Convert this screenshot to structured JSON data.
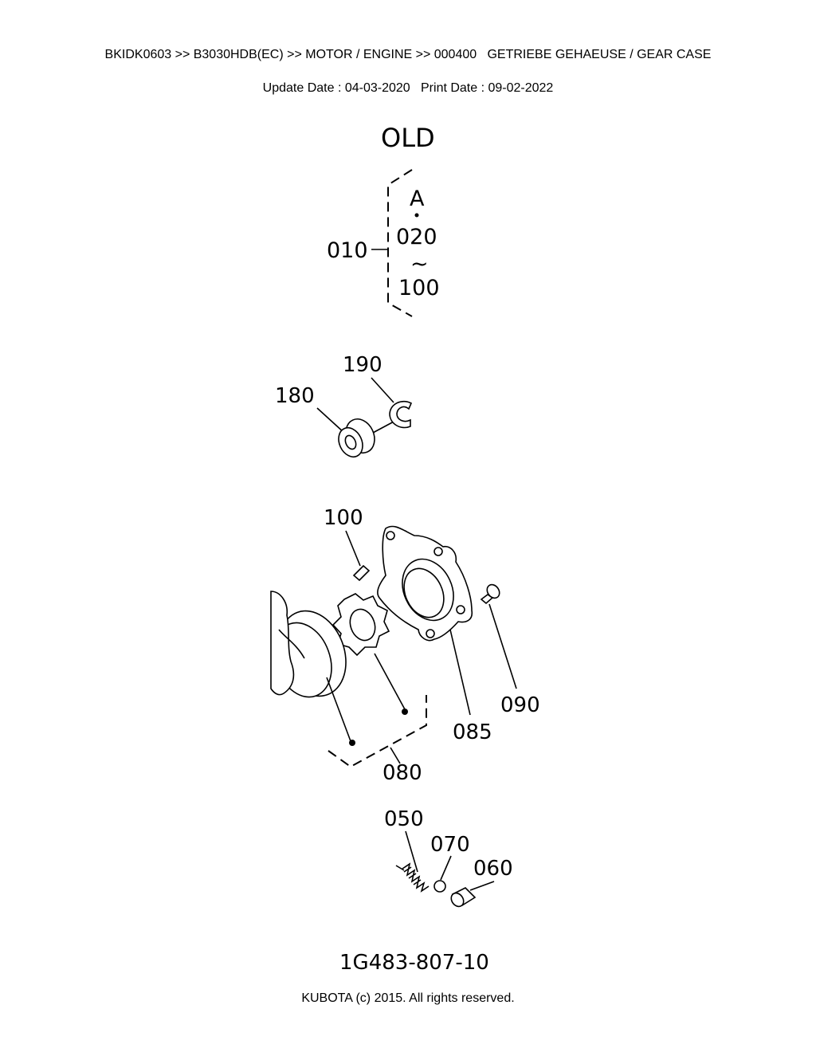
{
  "header": {
    "breadcrumb": "BKIDK0603 >> B3030HDB(EC) >> MOTOR / ENGINE >> 000400   GETRIEBE GEHAEUSE / GEAR CASE",
    "dates": "Update Date : 04-03-2020   Print Date : 09-02-2022"
  },
  "diagram": {
    "title": "OLD",
    "group_bracket": {
      "label": "010",
      "items": [
        "A",
        "020",
        "~",
        "100"
      ]
    },
    "callouts": {
      "p180": "180",
      "p190": "190",
      "p100": "100",
      "p090": "090",
      "p085": "085",
      "p080": "080",
      "p050": "050",
      "p070": "070",
      "p060": "060"
    },
    "part_number": "1G483-807-10"
  },
  "footer": {
    "copyright": "KUBOTA (c) 2015. All rights reserved."
  }
}
